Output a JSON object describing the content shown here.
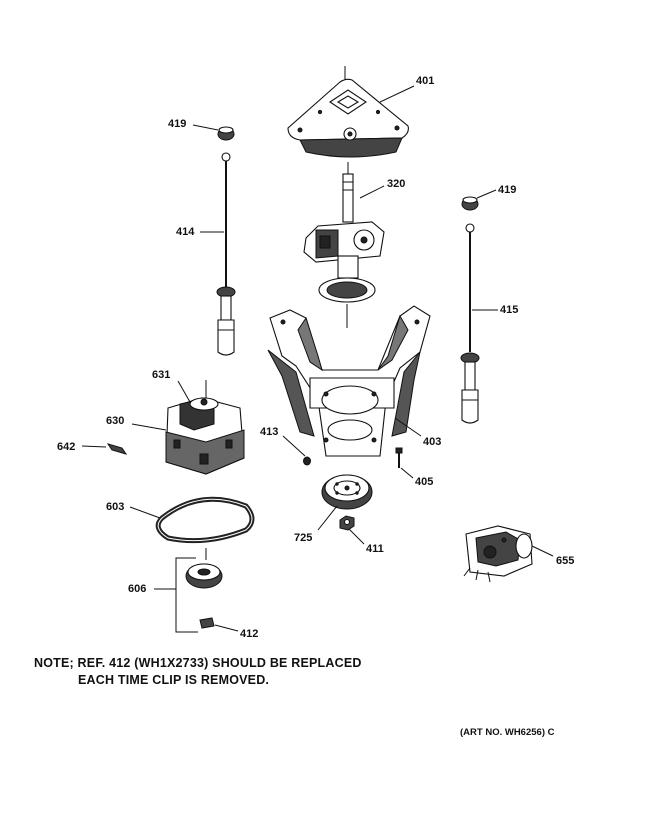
{
  "callouts": {
    "c401": "401",
    "c419a": "419",
    "c419b": "419",
    "c320": "320",
    "c414": "414",
    "c415": "415",
    "c631": "631",
    "c630": "630",
    "c642": "642",
    "c413": "413",
    "c403": "403",
    "c405": "405",
    "c603": "603",
    "c725": "725",
    "c411": "411",
    "c655": "655",
    "c606": "606",
    "c412": "412"
  },
  "note": {
    "line1": "NOTE; REF. 412 (WH1X2733) SHOULD BE REPLACED",
    "line2": "EACH TIME CLIP IS REMOVED."
  },
  "art_number": "(ART NO. WH6256) C"
}
